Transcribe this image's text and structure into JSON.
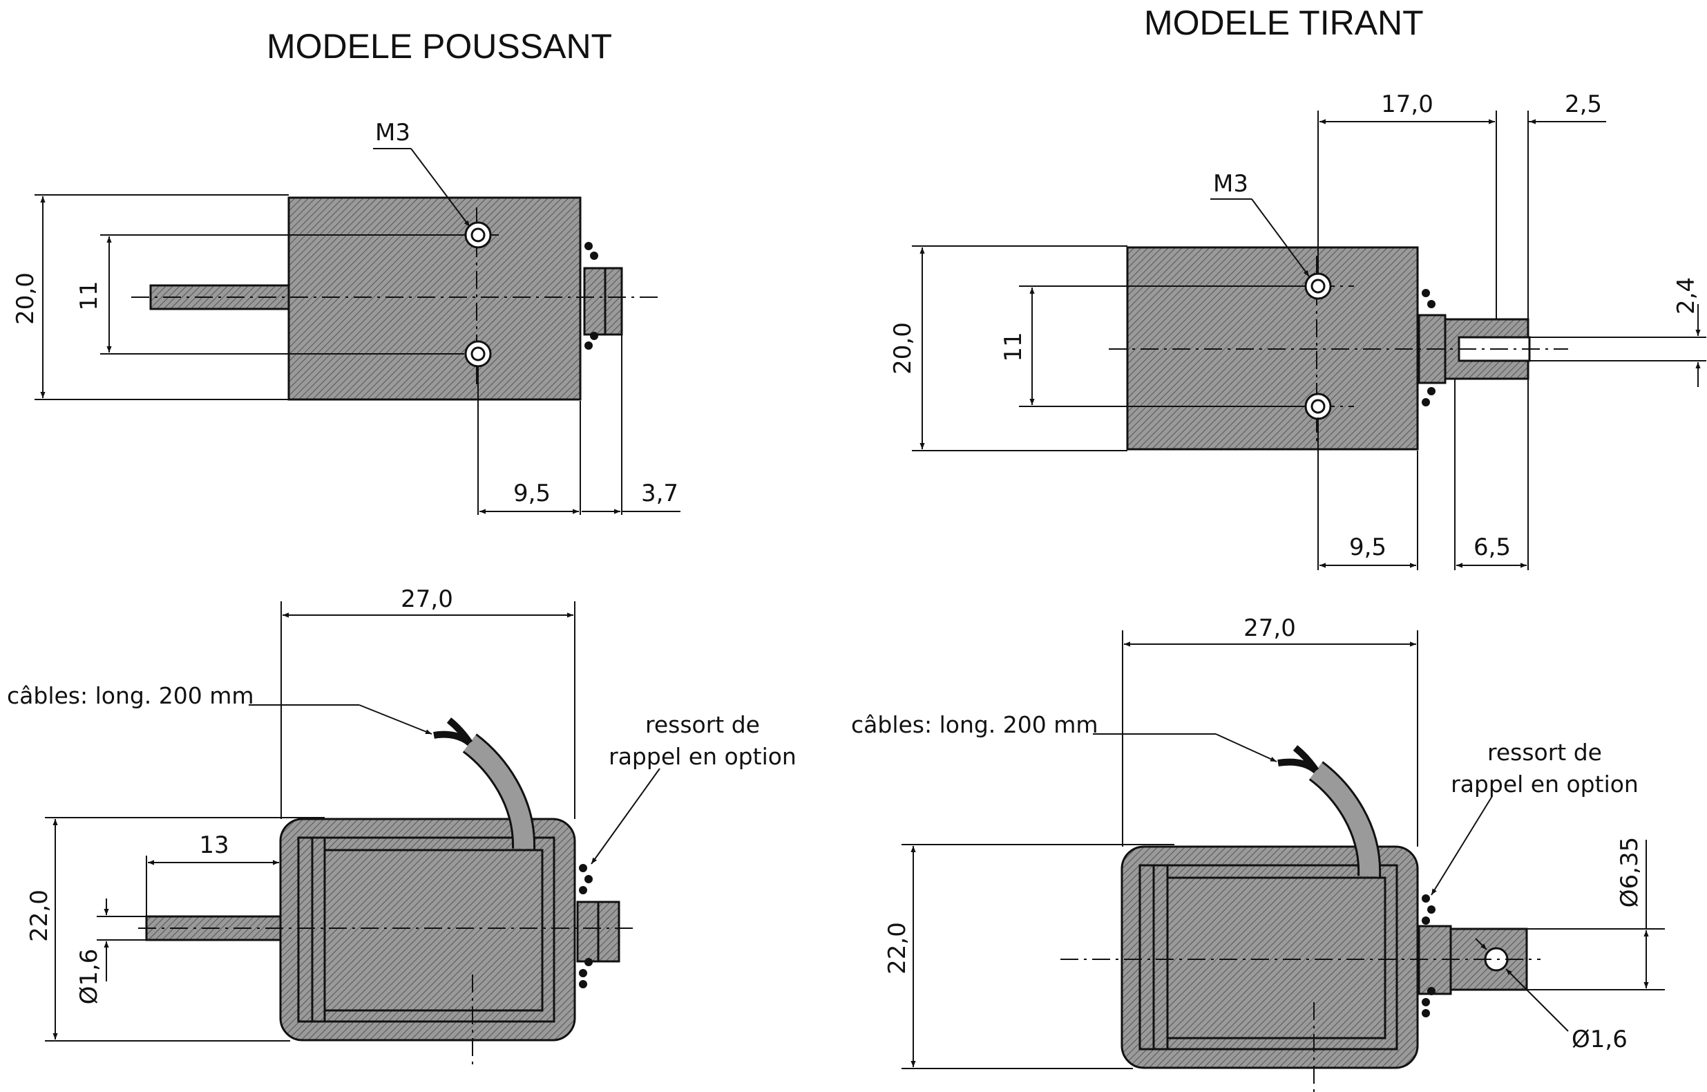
{
  "push_model": {
    "title": "MODELE POUSSANT",
    "top_view": {
      "thread_label": "M3",
      "dim_height": "20,0",
      "dim_hole_spacing": "11",
      "dim_hole_to_end": "9,5",
      "dim_plunger_out": "3,7"
    },
    "side_view": {
      "dim_length": "27,0",
      "dim_height": "22,0",
      "dim_shaft_length": "13",
      "dim_shaft_diameter": "Ø1,6",
      "cable_label": "câbles: long. 200 mm",
      "spring_label_line1": "ressort de",
      "spring_label_line2": "rappel en option"
    }
  },
  "pull_model": {
    "title": "MODELE TIRANT",
    "top_view": {
      "thread_label": "M3",
      "dim_height": "20,0",
      "dim_hole_spacing": "11",
      "dim_hole_to_end": "9,5",
      "dim_plunger_out": "6,5",
      "dim_top_span": "17,0",
      "dim_slot_width": "2,5",
      "dim_slot_gap": "2,4"
    },
    "side_view": {
      "dim_length": "27,0",
      "dim_height": "22,0",
      "dim_plunger_diameter": "Ø6,35",
      "dim_pin_diameter": "Ø1,6",
      "cable_label": "câbles: long. 200 mm",
      "spring_label_line1": "ressort de",
      "spring_label_line2": "rappel en option"
    }
  }
}
